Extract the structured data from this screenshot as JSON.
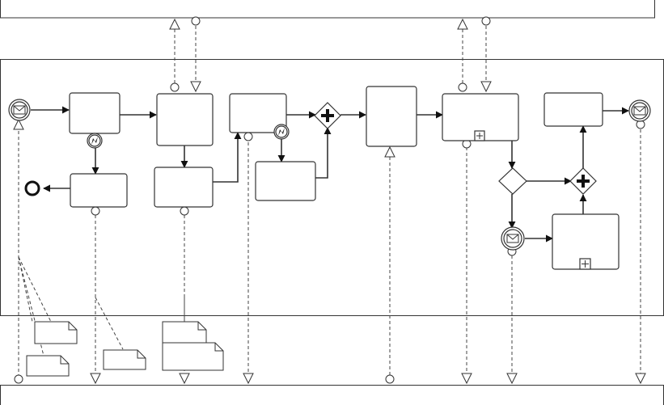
{
  "diagram": {
    "type": "bpmn-collaboration",
    "pools": [
      "top-participant",
      "main-process",
      "bottom-participant"
    ],
    "tasks": [
      "task-1",
      "task-2",
      "task-3",
      "task-4",
      "task-5",
      "task-6",
      "task-7",
      "task-8",
      "task-9",
      "task-10",
      "task-11"
    ],
    "icons": {
      "message": "envelope-icon",
      "error": "lightning-icon",
      "parallel": "plus-icon",
      "subprocess": "plus-marker-icon"
    },
    "colors": {
      "stroke": "#333333",
      "fill": "#ffffff"
    }
  }
}
